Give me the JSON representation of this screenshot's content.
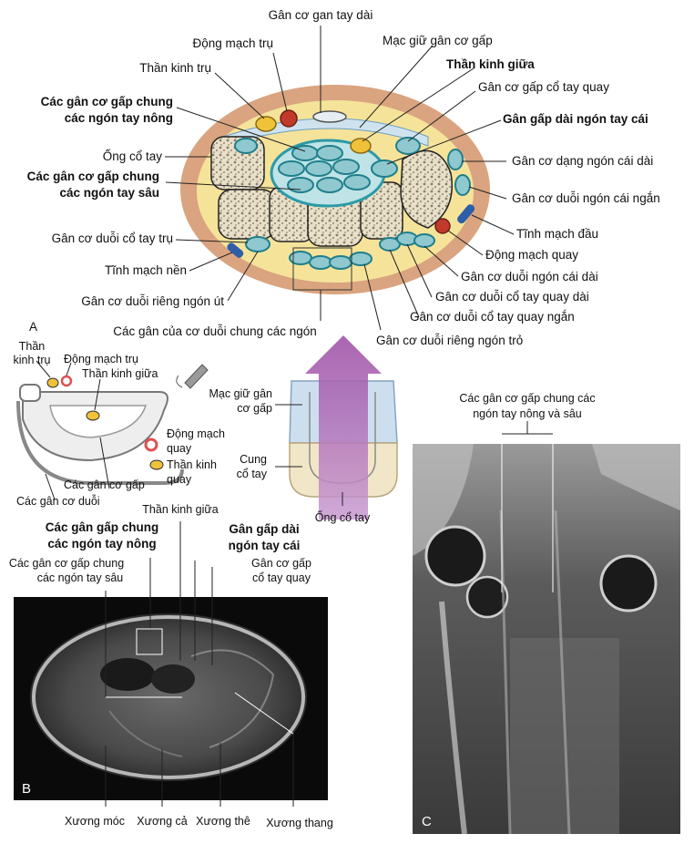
{
  "main_labels": {
    "flexor_palmaris_longus": "Gân cơ gan tay dài",
    "ulnar_artery": "Động mạch trụ",
    "flexor_retinaculum": "Mạc giữ gân cơ gấp",
    "ulnar_nerve": "Thần kinh trụ",
    "median_nerve": "Thần kinh giữa",
    "fds_line1": "Các gân cơ gấp chung",
    "fds_line2": "các ngón tay nông",
    "fcr": "Gân cơ gấp cổ tay quay",
    "fpl": "Gân gấp dài ngón tay cái",
    "carpal_tunnel": "Ống cổ tay",
    "fdp_line1": "Các gân cơ gấp chung",
    "fdp_line2": "các ngón tay sâu",
    "apl": "Gân cơ dạng ngón cái dài",
    "epb": "Gân cơ duỗi ngón cái ngắn",
    "cephalic_vein": "Tĩnh mạch đầu",
    "ecu": "Gân cơ duỗi cổ tay trụ",
    "radial_artery": "Động mạch quay",
    "basilic_vein": "Tĩnh mạch nền",
    "epl": "Gân cơ duỗi ngón cái dài",
    "edm": "Gân cơ duỗi riêng ngón út",
    "ecrl": "Gân cơ duỗi cổ tay quay dài",
    "ecrb": "Gân cơ duỗi cổ tay quay ngắn",
    "ed": "Các gân của cơ duỗi chung các ngón",
    "ei": "Gân cơ duỗi riêng ngón trỏ"
  },
  "panel_a": {
    "letter": "A",
    "ulnar_nerve_line1": "Thần",
    "ulnar_nerve_line2": "kinh trụ",
    "ulnar_artery": "Động mạch trụ",
    "median_nerve": "Thần kinh giữa",
    "radial_artery_line1": "Động mạch",
    "radial_artery_line2": "quay",
    "radial_nerve_line1": "Thần kinh",
    "radial_nerve_line2": "quay",
    "flexor_tendons": "Các gân cơ gấp",
    "extensor_tendons": "Các gân cơ duỗi",
    "retinaculum_line1": "Mạc giữ gân",
    "retinaculum_line2": "cơ gấp",
    "arch_line1": "Cung",
    "arch_line2": "cổ tay",
    "carpal_tunnel": "Ống cổ tay"
  },
  "panel_b": {
    "letter": "B",
    "median_nerve": "Thần kinh giữa",
    "fds_line1": "Các gân gấp chung",
    "fds_line2": "các ngón tay nông",
    "fpl_line1": "Gân gấp dài",
    "fpl_line2": "ngón tay cái",
    "fdp_line1": "Các gân cơ gấp chung",
    "fdp_line2": "các ngón tay sâu",
    "fcr_line1": "Gân cơ gấp",
    "fcr_line2": "cổ tay quay",
    "hamate": "Xương móc",
    "capitate": "Xương cả",
    "trapezoid": "Xương thê",
    "trapezium": "Xương thang"
  },
  "panel_c": {
    "letter": "C",
    "tendons_line1": "Các gân cơ gấp chung các",
    "tendons_line2": "ngón tay nông và sâu"
  },
  "colors": {
    "skin": "#d9a47f",
    "fat": "#f6e39a",
    "bone": "#f2ead6",
    "tendon": "#8fc8cf",
    "sheath": "#2c9aa8",
    "artery": "#c0392b",
    "vein": "#2f5ea8",
    "nerve": "#f0c23a",
    "arrow": "#a45fae"
  }
}
